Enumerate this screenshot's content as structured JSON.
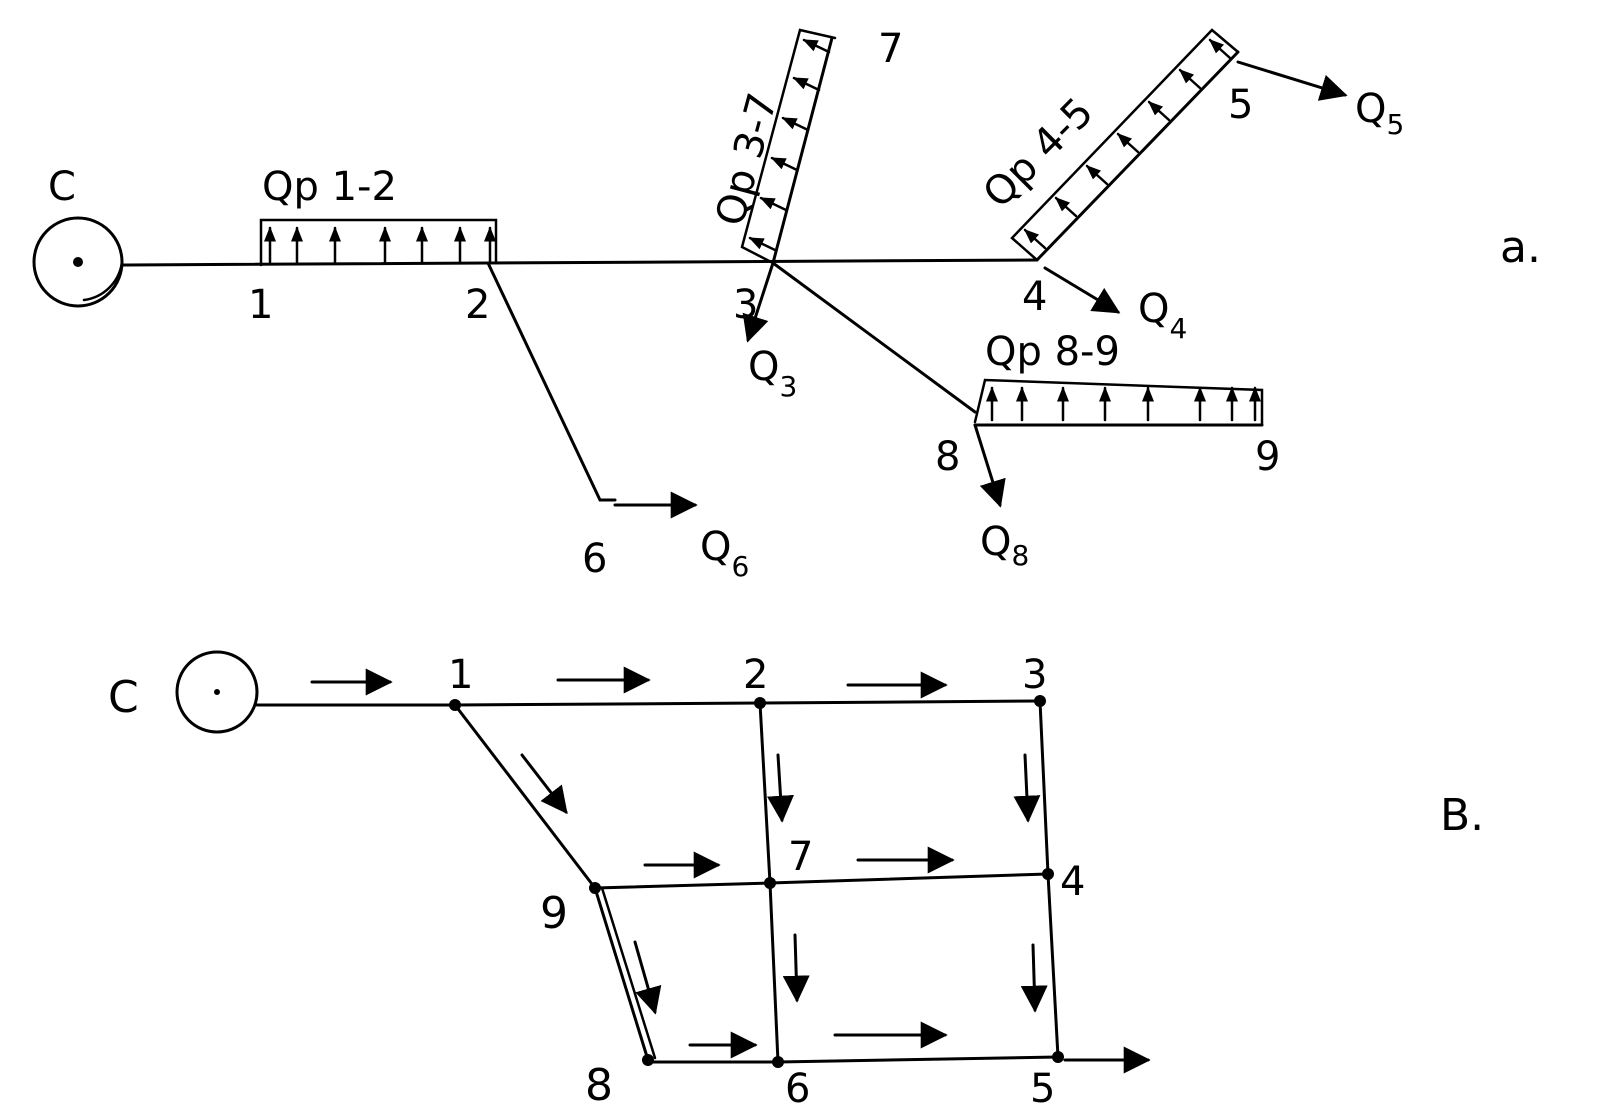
{
  "diagram_a": {
    "tag": "a.",
    "source": "C",
    "nodes": [
      "1",
      "2",
      "3",
      "4",
      "5",
      "6",
      "7",
      "8",
      "9"
    ],
    "loads": {
      "q12": "Qp 1-2",
      "q37": "Qp 3-7",
      "q45": "Qp 4-5",
      "q89": "Qp 8-9"
    },
    "outflows": {
      "q3": {
        "main": "Q",
        "sub": "3"
      },
      "q4": {
        "main": "Q",
        "sub": "4"
      },
      "q5": {
        "main": "Q",
        "sub": "5"
      },
      "q6": {
        "main": "Q",
        "sub": "6"
      },
      "q8": {
        "main": "Q",
        "sub": "8"
      }
    }
  },
  "diagram_b": {
    "tag": "B.",
    "source": "C",
    "nodes": [
      "1",
      "2",
      "3",
      "4",
      "5",
      "6",
      "7",
      "8",
      "9"
    ]
  }
}
